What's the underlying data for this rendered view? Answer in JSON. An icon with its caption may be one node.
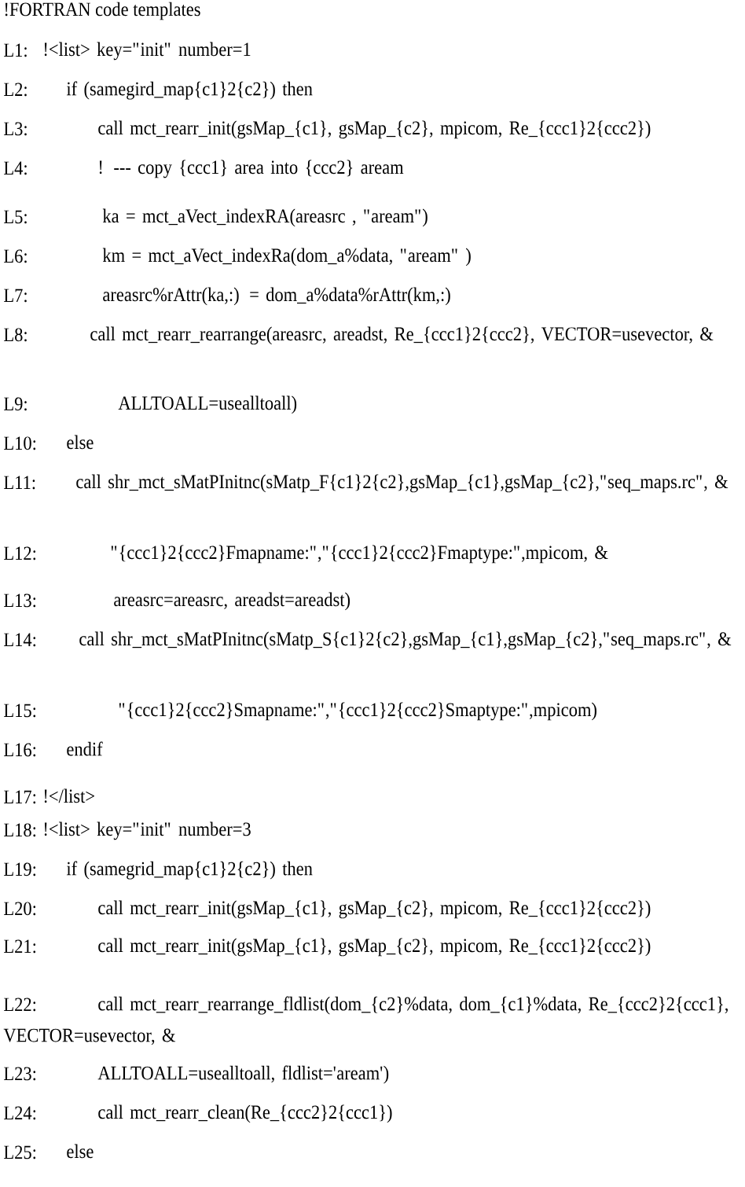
{
  "diagram": {
    "title": "!FORTRAN code templates",
    "labels": [
      "L1:",
      "!<list> key=\"init\" number=1",
      "L2:",
      "if (samegird_map{c1}2{c2}) then",
      "L3:",
      "call mct_rearr_init(gsMap_{c1}, gsMap_{c2}, mpicom, Re_{ccc1}2{ccc2})",
      "L4:",
      "! --- copy {ccc1} area into {ccc2} aream",
      "L5:",
      "ka = mct_aVect_indexRA(areasrc , \"aream\")",
      "L6:",
      "km = mct_aVect_indexRa(dom_a%data, \"aream\" )",
      "L7:",
      "areasrc%rAttr(ka,:) = dom_a%data%rAttr(km,:)",
      "L8:",
      "call mct_rearr_rearrange(areasrc, areadst, Re_{ccc1}2{ccc2}, VECTOR=usevector, &",
      "L9:",
      "ALLTOALL=usealltoall)",
      "L10:",
      "else",
      "L11:",
      "call shr_mct_sMatPInitnc(sMatp_F{c1}2{c2},gsMap_{c1},gsMap_{c2},\"seq_maps.rc\", &",
      "L12:",
      "\"{ccc1}2{ccc2}Fmapname:\",\"{ccc1}2{ccc2}Fmaptype:\",mpicom, &",
      "L13:",
      "areasrc=areasrc, areadst=areadst)",
      "L14:",
      "call shr_mct_sMatPInitnc(sMatp_S{c1}2{c2},gsMap_{c1},gsMap_{c2},\"seq_maps.rc\", &",
      "L15:",
      "\"{ccc1}2{ccc2}Smapname:\",\"{ccc1}2{ccc2}Smaptype:\",mpicom)",
      "L16:",
      "endif",
      "L17:",
      "!</list>",
      "L18:",
      "!<list> key=\"init\" number=3",
      "L19:",
      "if (samegrid_map{c1}2{c2}) then",
      "L20:",
      "call mct_rearr_init(gsMap_{c1}, gsMap_{c2}, mpicom, Re_{ccc1}2{ccc2})",
      "L21:",
      "call mct_rearr_init(gsMap_{c1}, gsMap_{c2}, mpicom, Re_{ccc1}2{ccc2})",
      "L22:",
      "call mct_rearr_rearrange_fldlist(dom_{c2}%data, dom_{c1}%data, Re_{ccc2}2{ccc1}, VECTOR=usevector, &",
      "L23:",
      "ALLTOALL=usealltoall, fldlist='aream')",
      "L24:",
      "call mct_rearr_clean(Re_{ccc2}2{ccc1})",
      "L25:",
      "else"
    ]
  }
}
